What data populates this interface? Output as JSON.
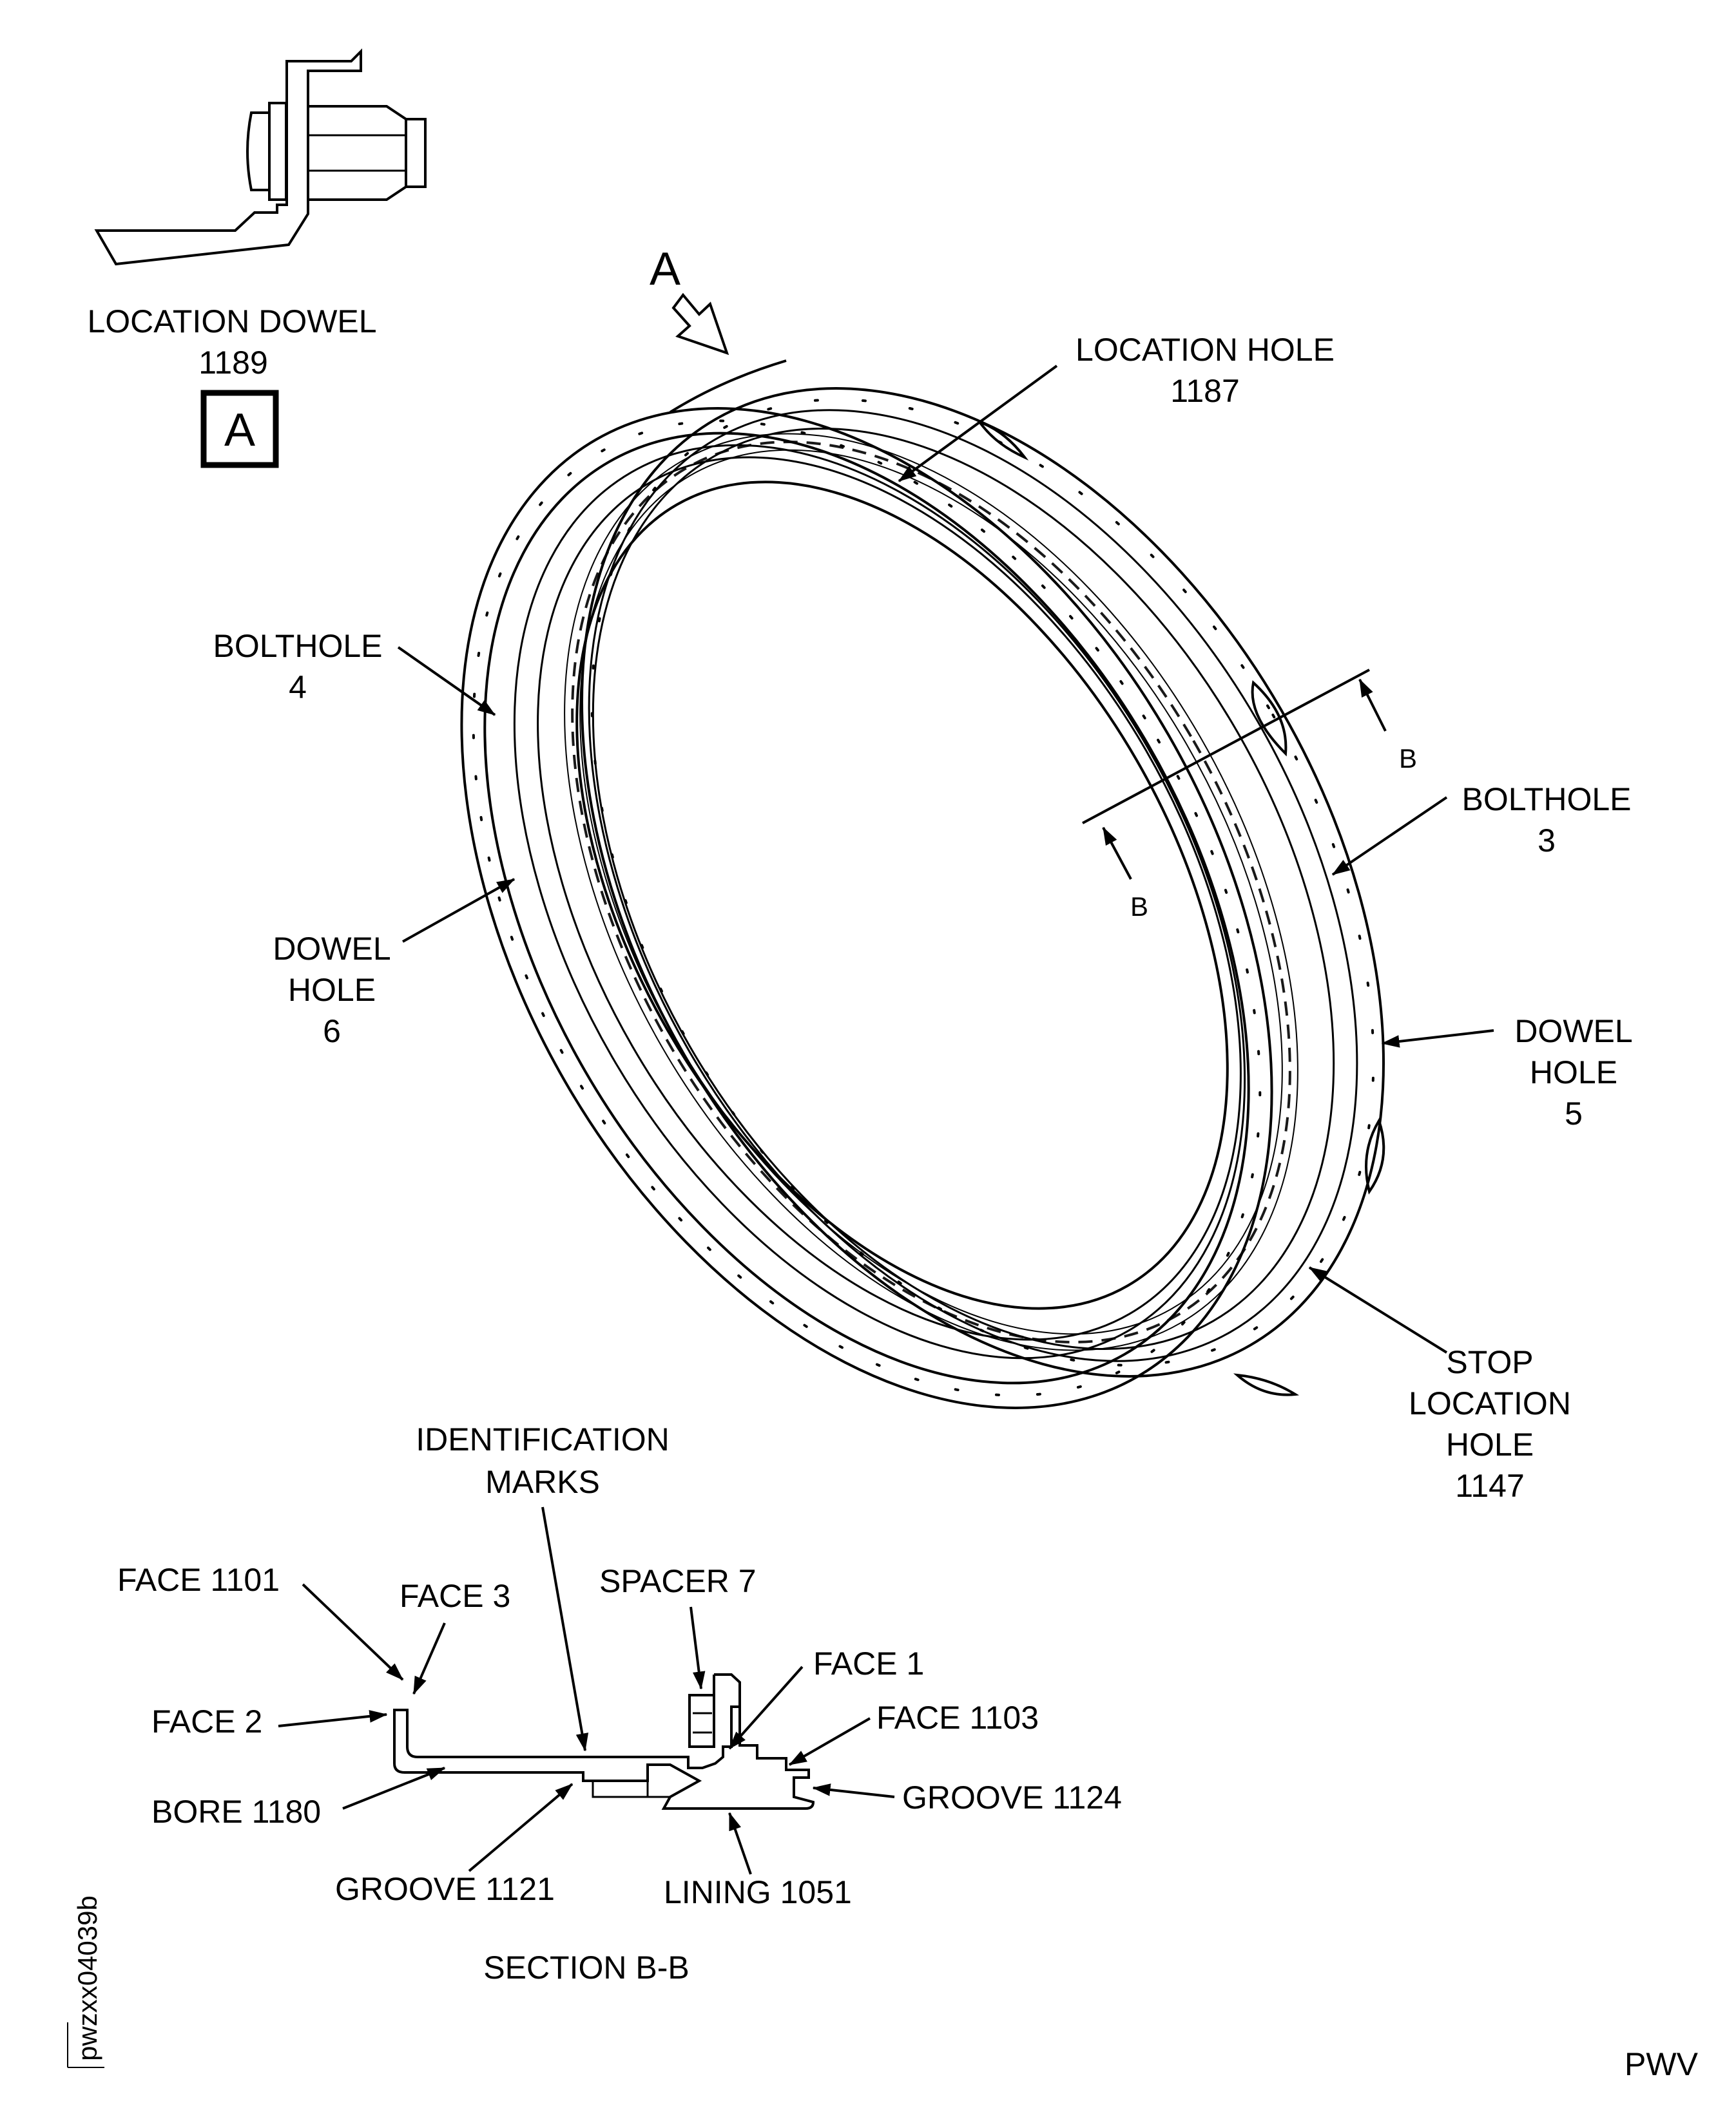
{
  "view_a": {
    "title": "LOCATION DOWEL",
    "number": "1189",
    "box_letter": "A"
  },
  "arrow_a_label": "A",
  "callouts": {
    "location_hole": {
      "line1": "LOCATION HOLE",
      "line2": "1187"
    },
    "bolthole_4": {
      "line1": "BOLTHOLE",
      "line2": "4"
    },
    "bolthole_3": {
      "line1": "BOLTHOLE",
      "line2": "3"
    },
    "dowel_hole_6": {
      "line1": "DOWEL",
      "line2": "HOLE",
      "line3": "6"
    },
    "dowel_hole_5": {
      "line1": "DOWEL",
      "line2": "HOLE",
      "line3": "5"
    },
    "stop_location_hole": {
      "line1": "STOP",
      "line2": "LOCATION",
      "line3": "HOLE",
      "line4": "1147"
    },
    "section_b_upper": "B",
    "section_b_lower": "B"
  },
  "section": {
    "title": "SECTION B-B",
    "identification_marks": {
      "line1": "IDENTIFICATION",
      "line2": "MARKS"
    },
    "face_1101": "FACE 1101",
    "face_3": "FACE 3",
    "face_2": "FACE 2",
    "bore_1180": "BORE 1180",
    "groove_1121": "GROOVE 1121",
    "lining_1051": "LINING 1051",
    "spacer_7": "SPACER 7",
    "face_1": "FACE 1",
    "face_1103": "FACE 1103",
    "groove_1124": "GROOVE 1124"
  },
  "footer": {
    "code": "PWV",
    "drawing_id": "pwzxx04039b"
  }
}
